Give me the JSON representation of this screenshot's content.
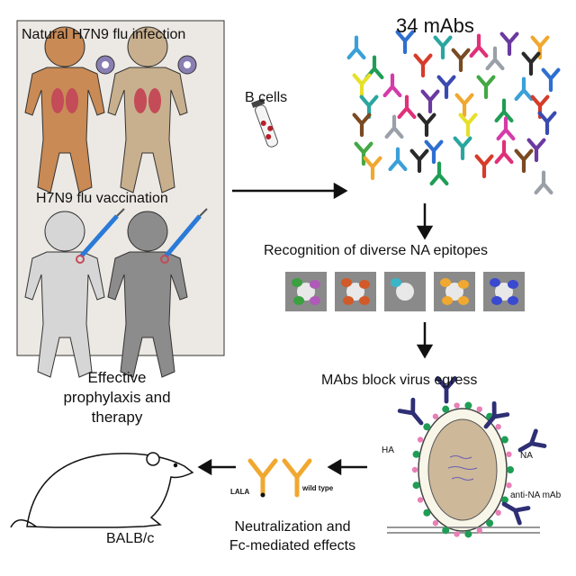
{
  "panel": {
    "infection_title": "Natural H7N9 flu infection",
    "vaccination_title": "H7N9 flu vaccination"
  },
  "b_cells_label": "B cells",
  "mabs_title": "34  mAbs",
  "recognition_title": "Recognition of diverse NA epitopes",
  "block_title": "MAbs block virus egress",
  "virion_labels": {
    "ha": "HA",
    "na": "NA",
    "anti_na": "anti-NA mAb"
  },
  "antibody_labels": {
    "lala": "LALA",
    "wild_type": "wild type"
  },
  "neutralization_title": [
    "Neutralization and",
    "Fc-mediated effects"
  ],
  "effective_title": [
    "Effective",
    "prophylaxis and",
    "therapy"
  ],
  "mouse_label": "BALB/c",
  "colors": {
    "skin_tan": "#c98a55",
    "skin_beige": "#c8b08e",
    "skin_light": "#d6d6d6",
    "skin_dark": "#8c8c8c",
    "lung": "#c44b58",
    "antibody_orange": "#f0a830",
    "antibody_navy": "#2e2f74",
    "ha_green": "#1f9d55",
    "na_pink": "#e87fb5",
    "capsule": "#cdb89a"
  },
  "antibody_colors": [
    "#3aa0d8",
    "#2e6fd0",
    "#2aa6a0",
    "#e0307a",
    "#6a3aa0",
    "#f0a830",
    "#1f9d55",
    "#d63c2a",
    "#7a4a22",
    "#9aa0a8",
    "#2a2a2a",
    "#e6e02a",
    "#d43ca8",
    "#3a4ab0",
    "#44a844"
  ]
}
